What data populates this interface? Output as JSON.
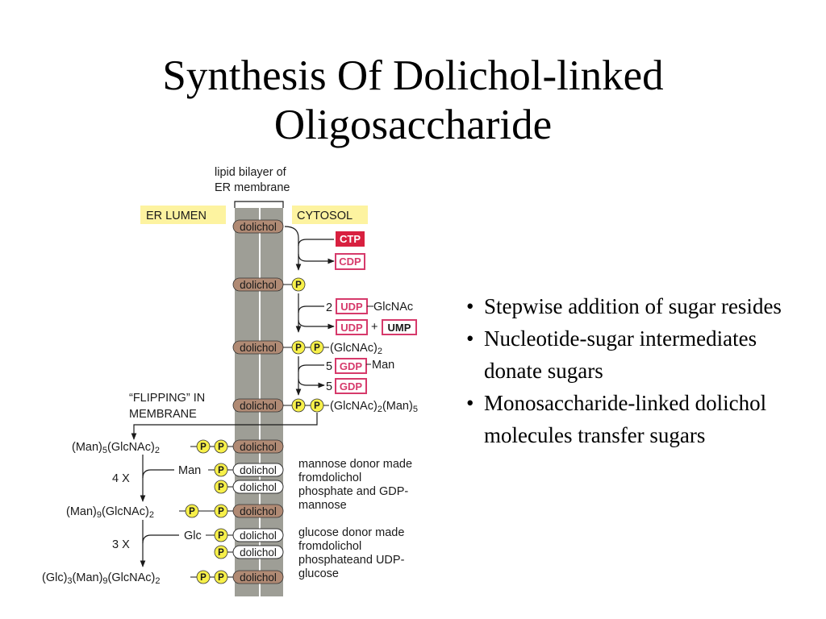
{
  "slide": {
    "title_line1": "Synthesis Of Dolichol-linked",
    "title_line2": "Oligosaccharide",
    "bullets": [
      "Stepwise addition of sugar resides",
      "Nucleotide-sugar intermediates donate sugars",
      "Monosaccharide-linked dolichol molecules transfer sugars"
    ]
  },
  "diagram": {
    "bilayer_label": [
      "lipid bilayer of",
      "ER membrane"
    ],
    "er_lumen": "ER LUMEN",
    "cytosol": "CYTOSOL",
    "dolichol": "dolichol",
    "phosphate": "P",
    "ctp": "CTP",
    "cdp": "CDP",
    "udp": "UDP",
    "ump": "UMP",
    "gdp": "GDP",
    "plus": "+",
    "glcnac": "GlcNAc",
    "man": "Man",
    "glc": "Glc",
    "coef_2": "2",
    "coef_5": "5",
    "glcnac2_main": "(GlcNAc)",
    "glcnac2_sub": "2",
    "glcnac2man5": [
      "(GlcNAc)",
      "2",
      "(Man)",
      "5"
    ],
    "flipping_label": [
      "“FLIPPING” IN",
      "MEMBRANE"
    ],
    "man5glcnac2": [
      "(Man)",
      "5",
      "(GlcNAc)",
      "2"
    ],
    "repeat_4x": "4 X",
    "repeat_3x": "3 X",
    "man9glcnac2": [
      "(Man)",
      "9",
      "(GlcNAc)",
      "2"
    ],
    "glc3man9glcnac2": [
      "(Glc)",
      "3",
      "(Man)",
      "9",
      "(GlcNAc)",
      "2"
    ],
    "mannose_donor_note": [
      "mannose donor made",
      "fromdolichol",
      "phosphate and GDP-",
      "mannose"
    ],
    "glucose_donor_note": [
      "glucose donor made",
      "fromdolichol",
      "phosphateand UDP-",
      "glucose"
    ],
    "colors": {
      "membrane": "#9e9e96",
      "dolichol_fill": "#b08a74",
      "phosphate_fill": "#f7f04a",
      "label_box": "#fdf3a0",
      "nucleotide_red": "#d8203f",
      "nucleotide_pink": "#d63a6b"
    }
  }
}
